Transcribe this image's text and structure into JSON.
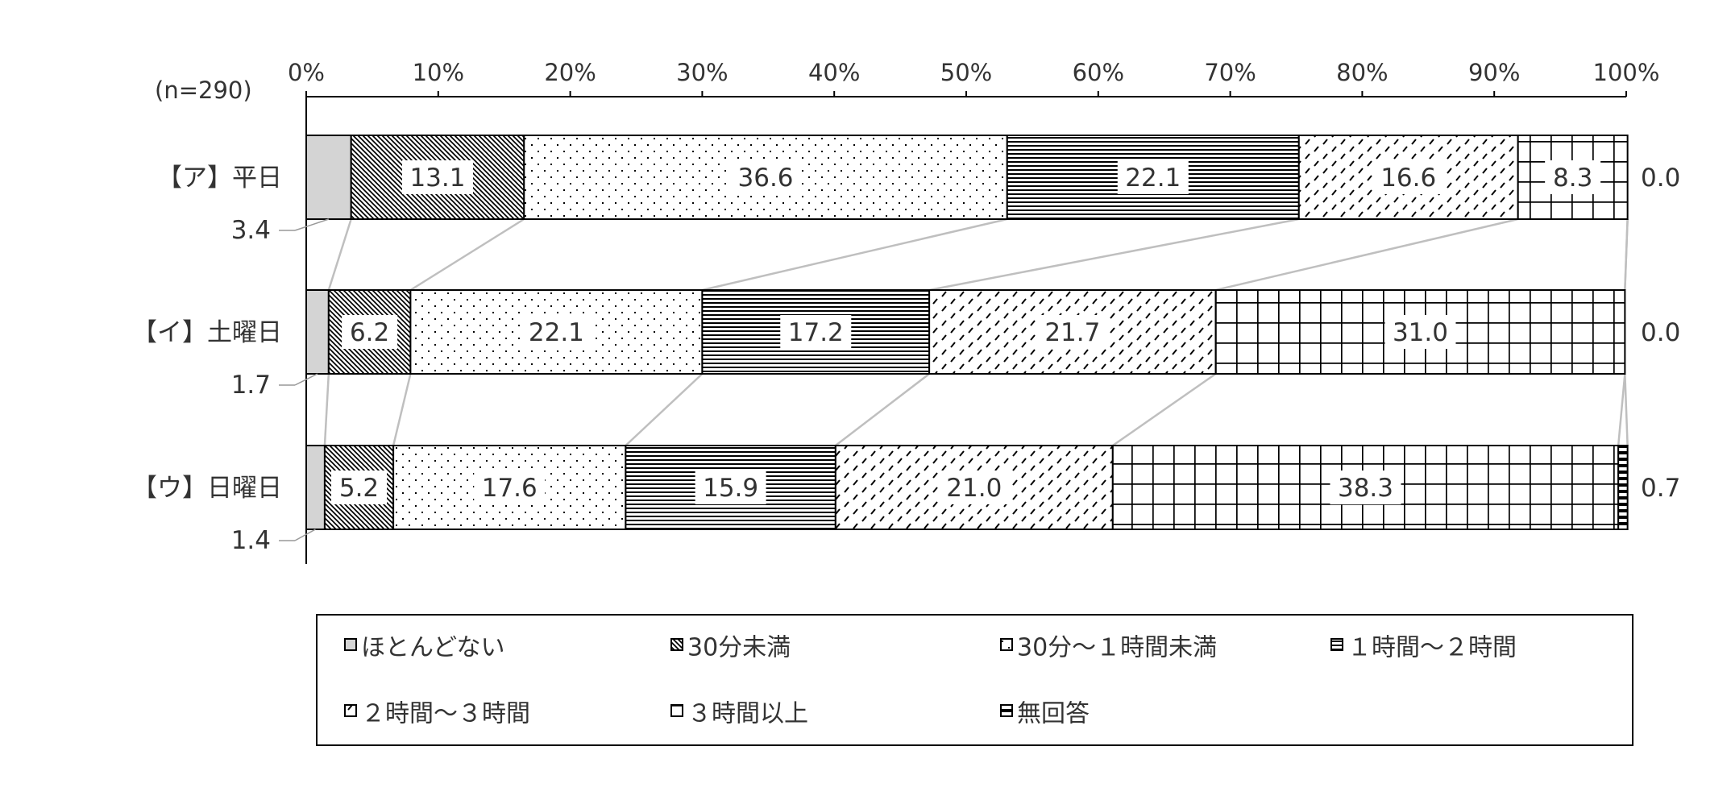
{
  "chart_data": {
    "type": "bar",
    "orientation": "horizontal",
    "stacked": true,
    "percent_stacked": true,
    "note": "(n=290)",
    "title": "",
    "xlim": [
      0,
      100
    ],
    "x_ticks": [
      "0%",
      "10%",
      "20%",
      "30%",
      "40%",
      "50%",
      "60%",
      "70%",
      "80%",
      "90%",
      "100%"
    ],
    "grid": false,
    "legend_position": "bottom",
    "categories": [
      "【ア】平日",
      "【イ】土曜日",
      "【ウ】日曜日"
    ],
    "series": [
      {
        "name": "ほとんどない",
        "values": [
          3.4,
          1.7,
          1.4
        ],
        "pattern": "solid-gray"
      },
      {
        "name": "30分未満",
        "values": [
          13.1,
          6.2,
          5.2
        ],
        "pattern": "diagonal-dense"
      },
      {
        "name": "30分～１時間未満",
        "values": [
          36.6,
          22.1,
          17.6
        ],
        "pattern": "dots"
      },
      {
        "name": "１時間～２時間",
        "values": [
          22.1,
          17.2,
          15.9
        ],
        "pattern": "horizontal-lines"
      },
      {
        "name": "２時間～３時間",
        "values": [
          16.6,
          21.7,
          21.0
        ],
        "pattern": "dashes"
      },
      {
        "name": "３時間以上",
        "values": [
          8.3,
          31.0,
          38.3
        ],
        "pattern": "grid"
      },
      {
        "name": "無回答",
        "values": [
          0.0,
          0.0,
          0.7
        ],
        "pattern": "checker"
      }
    ],
    "value_labels": [
      [
        "3.4",
        "13.1",
        "36.6",
        "22.1",
        "16.6",
        "8.3",
        "0.0"
      ],
      [
        "1.7",
        "6.2",
        "22.1",
        "17.2",
        "21.7",
        "31.0",
        "0.0"
      ],
      [
        "1.4",
        "5.2",
        "17.6",
        "15.9",
        "21.0",
        "38.3",
        "0.7"
      ]
    ],
    "colors": {
      "fill_gray": "#d4d4d4",
      "stroke": "#000000",
      "connector": "#bfbfbf",
      "text": "#333333"
    }
  }
}
